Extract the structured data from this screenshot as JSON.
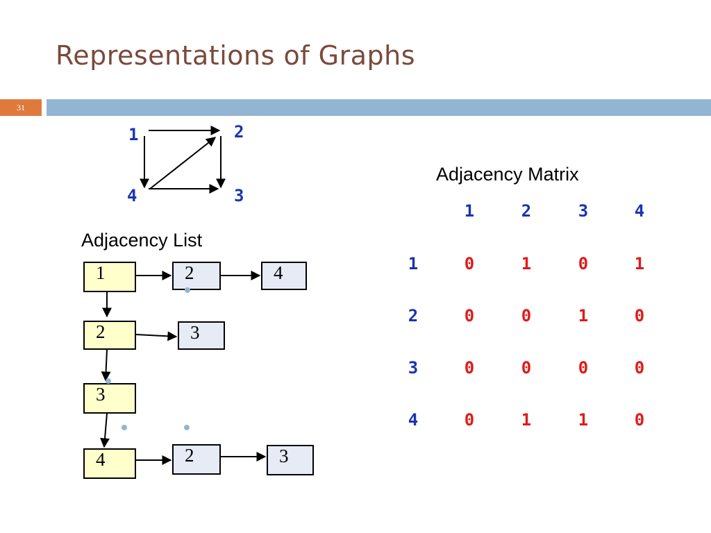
{
  "title": "Representations of Graphs",
  "slide_number": "31",
  "colors": {
    "title": "#7a4a3c",
    "slide_number_bg": "#e07a3c",
    "header_bar": "#93b5d4",
    "node_label": "#1a33b3",
    "matrix_value": "#e01a1a",
    "list_head_fill": "#ffffcc",
    "list_elem_fill": "#e6ebf5"
  },
  "graph": {
    "nodes": [
      "1",
      "2",
      "3",
      "4"
    ],
    "edges": [
      [
        "1",
        "2"
      ],
      [
        "1",
        "4"
      ],
      [
        "2",
        "3"
      ],
      [
        "4",
        "2"
      ],
      [
        "4",
        "3"
      ]
    ]
  },
  "adjacency_list": {
    "label": "Adjacency List",
    "rows": [
      {
        "head": "1",
        "neighbors": [
          "2",
          "4"
        ]
      },
      {
        "head": "2",
        "neighbors": [
          "3"
        ]
      },
      {
        "head": "3",
        "neighbors": []
      },
      {
        "head": "4",
        "neighbors": [
          "2",
          "3"
        ]
      }
    ]
  },
  "adjacency_matrix": {
    "label": "Adjacency Matrix",
    "col_headers": [
      "1",
      "2",
      "3",
      "4"
    ],
    "row_headers": [
      "1",
      "2",
      "3",
      "4"
    ],
    "rows": [
      [
        "0",
        "1",
        "0",
        "1"
      ],
      [
        "0",
        "0",
        "1",
        "0"
      ],
      [
        "0",
        "0",
        "0",
        "0"
      ],
      [
        "0",
        "1",
        "1",
        "0"
      ]
    ]
  }
}
